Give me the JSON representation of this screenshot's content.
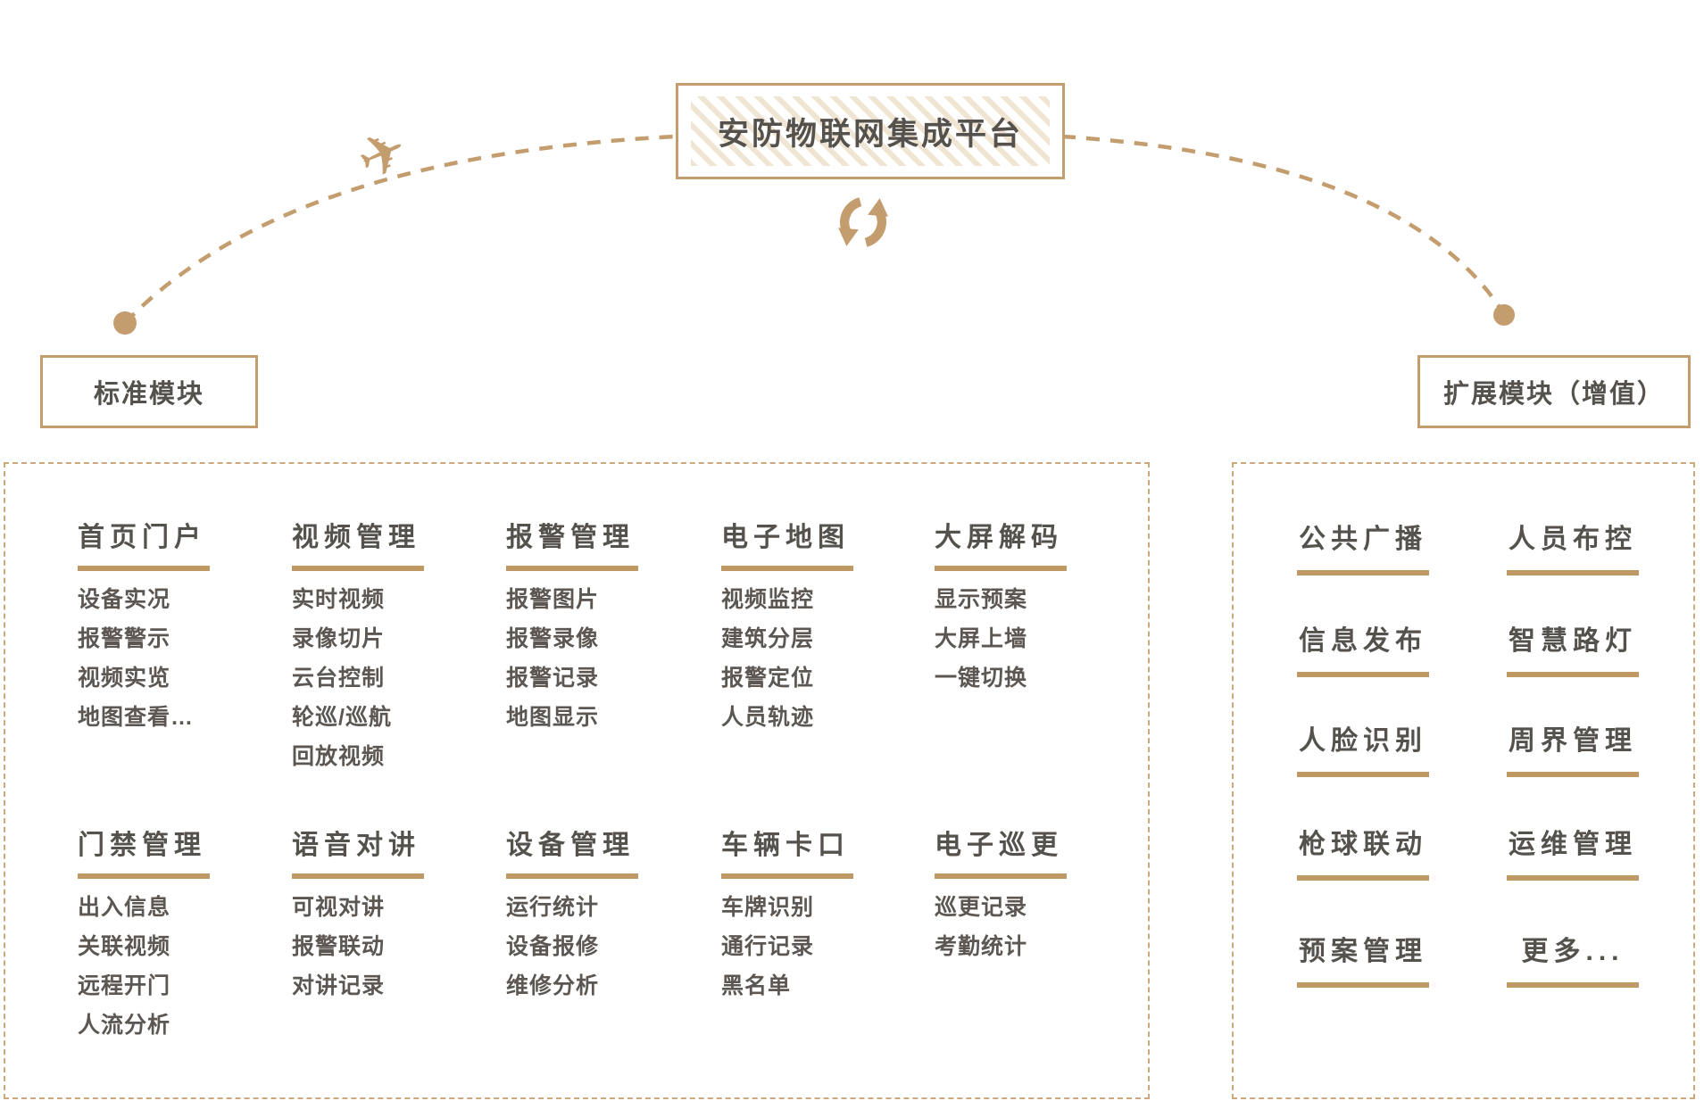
{
  "colors": {
    "accent": "#c49d6e",
    "underline": "#bf9964",
    "hatch": "#efe5d2",
    "text_dark": "#55514c"
  },
  "platform": {
    "title": "安防物联网集成平台"
  },
  "icons": {
    "plane_glyph": "✈",
    "sync": "sync-arrows",
    "connector_dot": "dot"
  },
  "standard": {
    "label": "标准模块",
    "groups": [
      {
        "title": "首页门户",
        "items": [
          "设备实况",
          "报警警示",
          "视频实览",
          "地图查看…"
        ]
      },
      {
        "title": "视频管理",
        "items": [
          "实时视频",
          "录像切片",
          "云台控制",
          "轮巡/巡航",
          "回放视频"
        ]
      },
      {
        "title": "报警管理",
        "items": [
          "报警图片",
          "报警录像",
          "报警记录",
          "地图显示"
        ]
      },
      {
        "title": "电子地图",
        "items": [
          "视频监控",
          "建筑分层",
          "报警定位",
          "人员轨迹"
        ]
      },
      {
        "title": "大屏解码",
        "items": [
          "显示预案",
          "大屏上墙",
          "一键切换"
        ]
      },
      {
        "title": "门禁管理",
        "items": [
          "出入信息",
          "关联视频",
          "远程开门",
          "人流分析"
        ]
      },
      {
        "title": "语音对讲",
        "items": [
          "可视对讲",
          "报警联动",
          "对讲记录"
        ]
      },
      {
        "title": "设备管理",
        "items": [
          "运行统计",
          "设备报修",
          "维修分析"
        ]
      },
      {
        "title": "车辆卡口",
        "items": [
          "车牌识别",
          "通行记录",
          "黑名单"
        ]
      },
      {
        "title": "电子巡更",
        "items": [
          "巡更记录",
          "考勤统计"
        ]
      }
    ]
  },
  "extended": {
    "label": "扩展模块（增值）",
    "col1": [
      "公共广播",
      "信息发布",
      "人脸识别",
      "枪球联动",
      "预案管理"
    ],
    "col2": [
      "人员布控",
      "智慧路灯",
      "周界管理",
      "运维管理",
      "更多..."
    ]
  }
}
